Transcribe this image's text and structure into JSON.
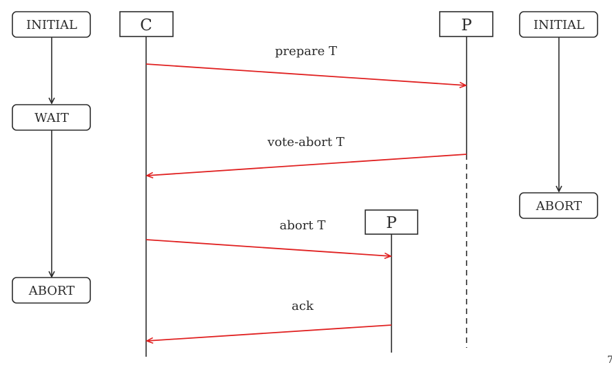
{
  "left_states": {
    "initial": "INITIAL",
    "wait": "WAIT",
    "abort": "ABORT"
  },
  "right_states": {
    "initial": "INITIAL",
    "abort": "ABORT"
  },
  "processes": {
    "coordinator": "C",
    "participant": "P",
    "participant_new": "P"
  },
  "messages": {
    "prepare": "prepare T",
    "vote_abort": "vote-abort T",
    "abort": "abort T",
    "ack": "ack"
  },
  "page_number": "7",
  "colors": {
    "message_arrow": "#e02020",
    "ink": "#2b2b2b"
  }
}
